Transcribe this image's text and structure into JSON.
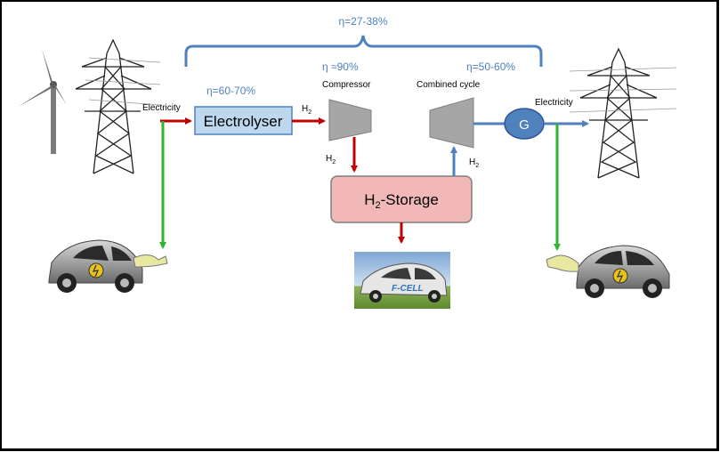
{
  "efficiency": {
    "overall": "η=27-38%",
    "electrolyser": "η=60-70%",
    "compressor": "η ≈90%",
    "combined_cycle": "η=50-60%"
  },
  "labels": {
    "electricity_in": "Electricity",
    "electricity_out": "Electricity",
    "electrolyser": "Electrolyser",
    "compressor": "Compressor",
    "combined_cycle": "Combined cycle",
    "generator": "G",
    "storage_main": "H",
    "storage_sub": "2",
    "storage_rest": "-Storage",
    "h2_main": "H",
    "h2_sub": "2",
    "fcell_car_text": "F-CELL"
  },
  "colors": {
    "blue": "#4f81bd",
    "red": "#c00000",
    "green": "#33b233",
    "electrolyser_fill": "#bdd7ee",
    "storage_fill": "#f2b8b8",
    "turbine_fill": "#a6a6a6",
    "generator_fill": "#4f81bd"
  }
}
